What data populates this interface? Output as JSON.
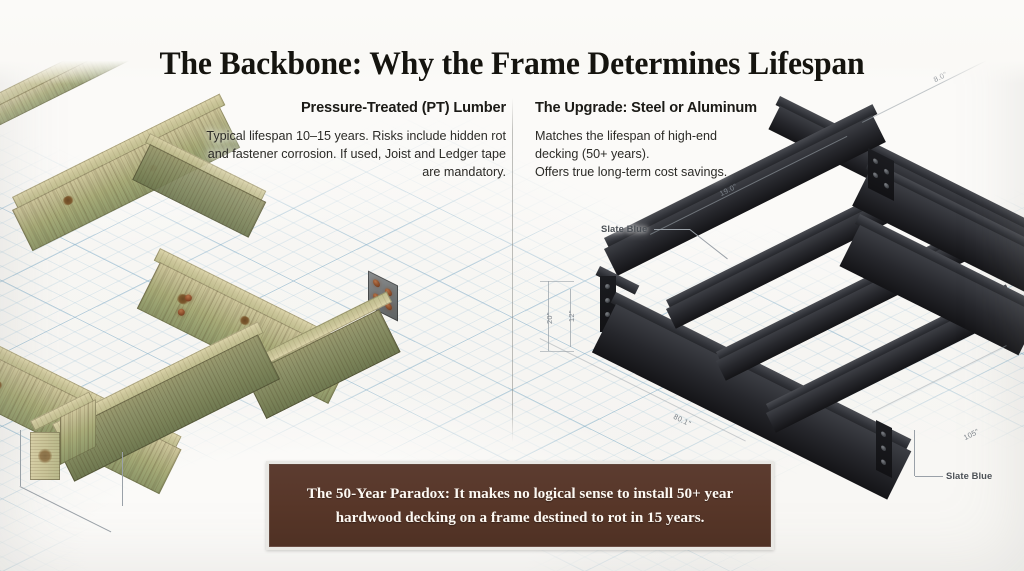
{
  "page": {
    "title": "The Backbone: Why the Frame Determines Lifespan",
    "background_color": "#fbfaf8",
    "grid_color": "#78afcd"
  },
  "left_column": {
    "heading": "Pressure-Treated (PT) Lumber",
    "body": "Typical lifespan 10–15 years. Risks include hidden rot and fastener corrosion. If used, Joist and Ledger tape are mandatory."
  },
  "right_column": {
    "heading": "The Upgrade: Steel or Aluminum",
    "body_line_1": "Matches the lifespan of high-end",
    "body_line_2": "decking (50+ years).",
    "body_line_3": "Offers true long-term cost savings."
  },
  "banner": {
    "text": "The 50-Year Paradox: It makes no logical sense to install 50+ year hardwood decking on a frame destined to rot in 15 years.",
    "background_color": "#573628",
    "text_color": "#fdf9f3",
    "border_color": "#e9e8e4"
  },
  "callouts": [
    {
      "label": "Slate Blue",
      "position": "upper-left-of-steel-frame"
    },
    {
      "label": "Slate Blue",
      "position": "lower-right-of-steel-frame"
    }
  ],
  "dimensions": {
    "steel_top_right": "8.0\"",
    "steel_top_edge": "19.0\"",
    "steel_height_outer": "20\"",
    "steel_height_inner": "12\"",
    "steel_bottom_left": "80.1\"",
    "steel_bottom_right": "105\""
  }
}
